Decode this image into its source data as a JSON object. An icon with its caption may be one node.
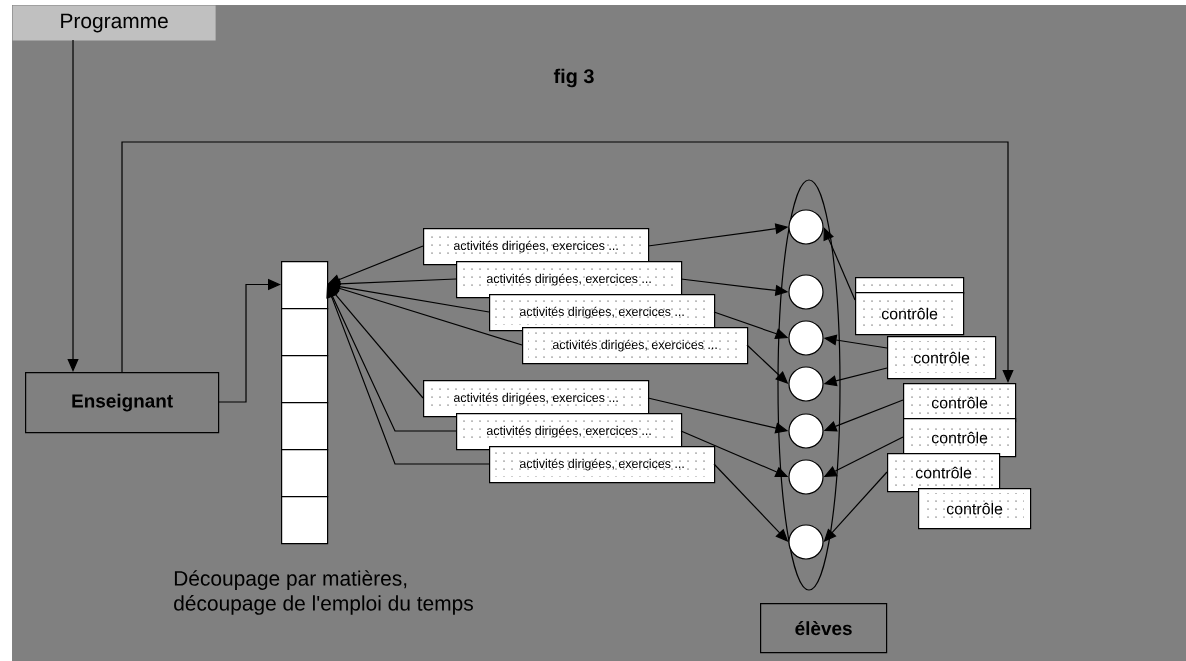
{
  "diagram": {
    "title": "fig 3",
    "nodes": [
      {
        "text": [
          "Programme"
        ]
      },
      {
        "text": [
          "Enseignant"
        ]
      },
      {
        "text": [],
        "shape": "box"
      },
      {
        "text": [],
        "shape": "box"
      },
      {
        "text": [],
        "shape": "box"
      },
      {
        "text": [],
        "shape": "box"
      },
      {
        "text": [],
        "shape": "box"
      },
      {
        "text": [],
        "shape": "box"
      },
      {
        "text": [
          "activités dirigées, exercices ..."
        ]
      },
      {
        "text": [
          "activités dirigées, exercices ..."
        ]
      },
      {
        "text": [
          "activités dirigées, exercices ..."
        ]
      },
      {
        "text": [
          "activités dirigées, exercices ..."
        ]
      },
      {
        "text": [
          "activités dirigées, exercices ..."
        ]
      },
      {
        "text": [
          "activités dirigées, exercices ..."
        ]
      },
      {
        "text": [
          "activités dirigées, exercices ..."
        ]
      },
      {
        "text": [],
        "shape": "ellipse"
      },
      {
        "text": [],
        "shape": "circle",
        "in": 15
      },
      {
        "text": [],
        "shape": "circle",
        "in": 15
      },
      {
        "text": [],
        "shape": "circle",
        "in": 15
      },
      {
        "text": [],
        "shape": "circle",
        "in": 15
      },
      {
        "text": [],
        "shape": "circle",
        "in": 15
      },
      {
        "text": [],
        "shape": "circle",
        "in": 15
      },
      {
        "text": [],
        "shape": "circle",
        "in": 15
      },
      {
        "text": [
          "élèves"
        ]
      },
      {
        "text": [],
        "shape": "box"
      },
      {
        "text": [
          "contrôle"
        ]
      },
      {
        "text": [
          "contrôle"
        ]
      },
      {
        "text": [
          "contrôle"
        ]
      },
      {
        "text": [
          "contrôle"
        ]
      },
      {
        "text": [
          "contrôle"
        ]
      },
      {
        "text": [
          "contrôle"
        ]
      }
    ],
    "edges": [
      {
        "from": 0,
        "to": 1,
        "arrow": "to"
      },
      {
        "from": 1,
        "to": 27,
        "arrow": "to"
      },
      {
        "from": 1,
        "to": 2,
        "arrow": "to"
      },
      {
        "from": 8,
        "to": 2,
        "arrow": "to"
      },
      {
        "from": 9,
        "to": 2,
        "arrow": "to"
      },
      {
        "from": 10,
        "to": 2,
        "arrow": "to"
      },
      {
        "from": 11,
        "to": 2,
        "arrow": "to"
      },
      {
        "from": 12,
        "to": 2,
        "arrow": "to"
      },
      {
        "from": 13,
        "to": 2,
        "arrow": "to"
      },
      {
        "from": 14,
        "to": 2,
        "arrow": "to"
      },
      {
        "from": 8,
        "to": 16,
        "arrow": "to"
      },
      {
        "from": 9,
        "to": 17,
        "arrow": "to"
      },
      {
        "from": 10,
        "to": 18,
        "arrow": "to"
      },
      {
        "from": 11,
        "to": 19,
        "arrow": "to"
      },
      {
        "from": 12,
        "to": 20,
        "arrow": "to"
      },
      {
        "from": 13,
        "to": 21,
        "arrow": "to"
      },
      {
        "from": 14,
        "to": 22,
        "arrow": "to"
      },
      {
        "from": 25,
        "to": 16,
        "arrow": "to"
      },
      {
        "from": 26,
        "to": 18,
        "arrow": "to"
      },
      {
        "from": 26,
        "to": 19,
        "arrow": "to"
      },
      {
        "from": 27,
        "to": 20,
        "arrow": "to"
      },
      {
        "from": 28,
        "to": 21,
        "arrow": "to"
      },
      {
        "from": 29,
        "to": 22,
        "arrow": "to"
      }
    ],
    "labels": [
      "Découpage par matières, découpage de l'emploi du temps"
    ]
  }
}
